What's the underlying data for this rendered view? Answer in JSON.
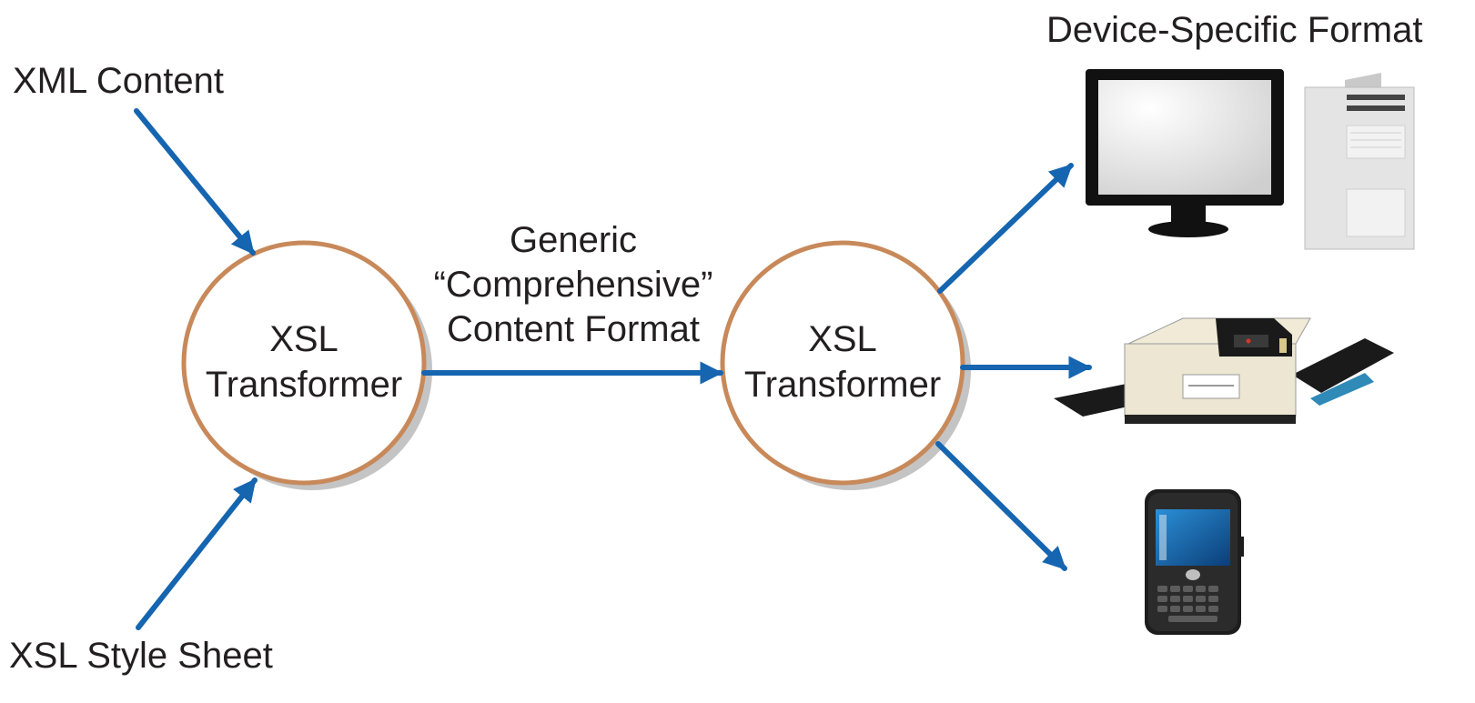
{
  "inputs": {
    "xml_content": "XML Content",
    "style_sheet": "XSL Style Sheet"
  },
  "transformers": [
    {
      "line1": "XSL",
      "line2": "Transformer"
    },
    {
      "line1": "XSL",
      "line2": "Transformer"
    }
  ],
  "intermediate": {
    "line1": "Generic",
    "line2": "“Comprehensive”",
    "line3": "Content Format"
  },
  "output": {
    "heading": "Device-Specific Format",
    "devices": [
      "desktop-computer-icon",
      "printer-icon",
      "smartphone-icon"
    ]
  },
  "colors": {
    "arrow": "#1565b0",
    "circle_stroke": "#c8895a",
    "circle_shadow": "#bdbdbd"
  }
}
